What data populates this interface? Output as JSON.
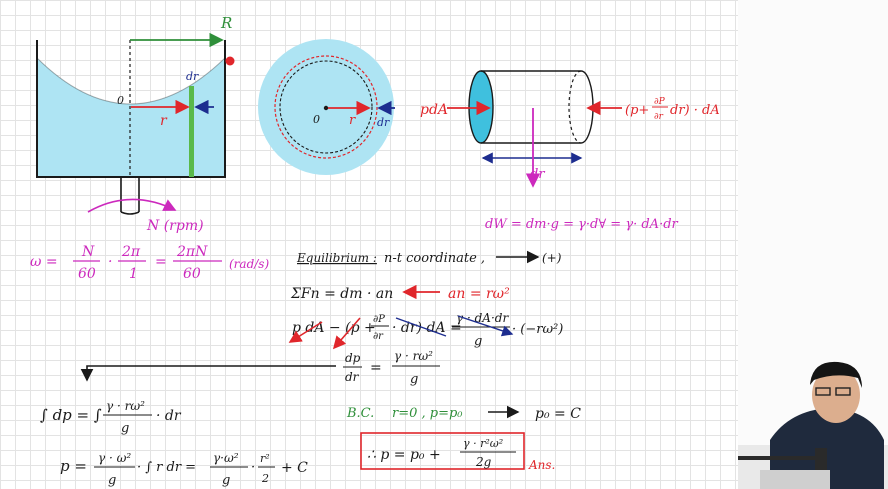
{
  "colors": {
    "blue_fill": "#aee4f3",
    "magenta": "#cc29bd",
    "red": "#e0262b",
    "green": "#2f8f3a",
    "navy": "#1d2d8f",
    "black": "#1a1a1a",
    "bar": "#59b94a"
  },
  "fig1": {
    "R": "R",
    "dr": "dr",
    "o": "0",
    "r": "r",
    "N": "N (rpm)"
  },
  "fig2": {
    "o": "0",
    "r": "r",
    "dr": "dr"
  },
  "fig3": {
    "pdA": "pdA",
    "right_force_a": "(p+",
    "right_force_frac_num": "∂P",
    "right_force_frac_den": "∂r",
    "right_force_b": "dr) · dA",
    "dr": "dr",
    "dW": "dW = dm·g = γ·d∀ = γ· dA·dr"
  },
  "omega": {
    "lhs": "ω =",
    "n1": "N",
    "d1": "60",
    "dot": "·",
    "n2": "2π",
    "d2": "1",
    "eq": "=",
    "n3": "2πN",
    "d3": "60",
    "unit": "(rad/s)"
  },
  "equilibrium": {
    "label": "Equilibrium :",
    "coord": "n-t coordinate ,",
    "plus": "(+)"
  },
  "sumF": {
    "lhs": "ΣFn = dm · an",
    "an": "an = rω²"
  },
  "force_eq": {
    "a": "p dA − (p +",
    "frac_num": "∂P",
    "frac_den": "∂r",
    "b": "· dr) dA =",
    "rhs_num": "γ · dA·dr",
    "rhs_den": "g",
    "tail": "· (−rω²)"
  },
  "dpdr": {
    "num": "dp",
    "den": "dr",
    "eq": "=",
    "rnum": "γ · rω²",
    "rden": "g"
  },
  "integral": {
    "a": "∫ dp = ∫",
    "num": "γ · rω²",
    "den": "g",
    "b": "· dr"
  },
  "bc": {
    "label": "B.C.",
    "cond": "r=0 , p=p₀",
    "result": "p₀ = C"
  },
  "p_line": {
    "a": "p =",
    "n1": "γ · ω²",
    "d1": "g",
    "b": "· ∫ r dr =",
    "n2": "γ·ω²",
    "d2": "g",
    "c": "·",
    "n3": "r²",
    "d3": "2",
    "d": "+ C"
  },
  "answer": {
    "a": "∴  p = p₀ +",
    "num": "γ · r²ω²",
    "den": "2g",
    "ans": "Ans."
  }
}
